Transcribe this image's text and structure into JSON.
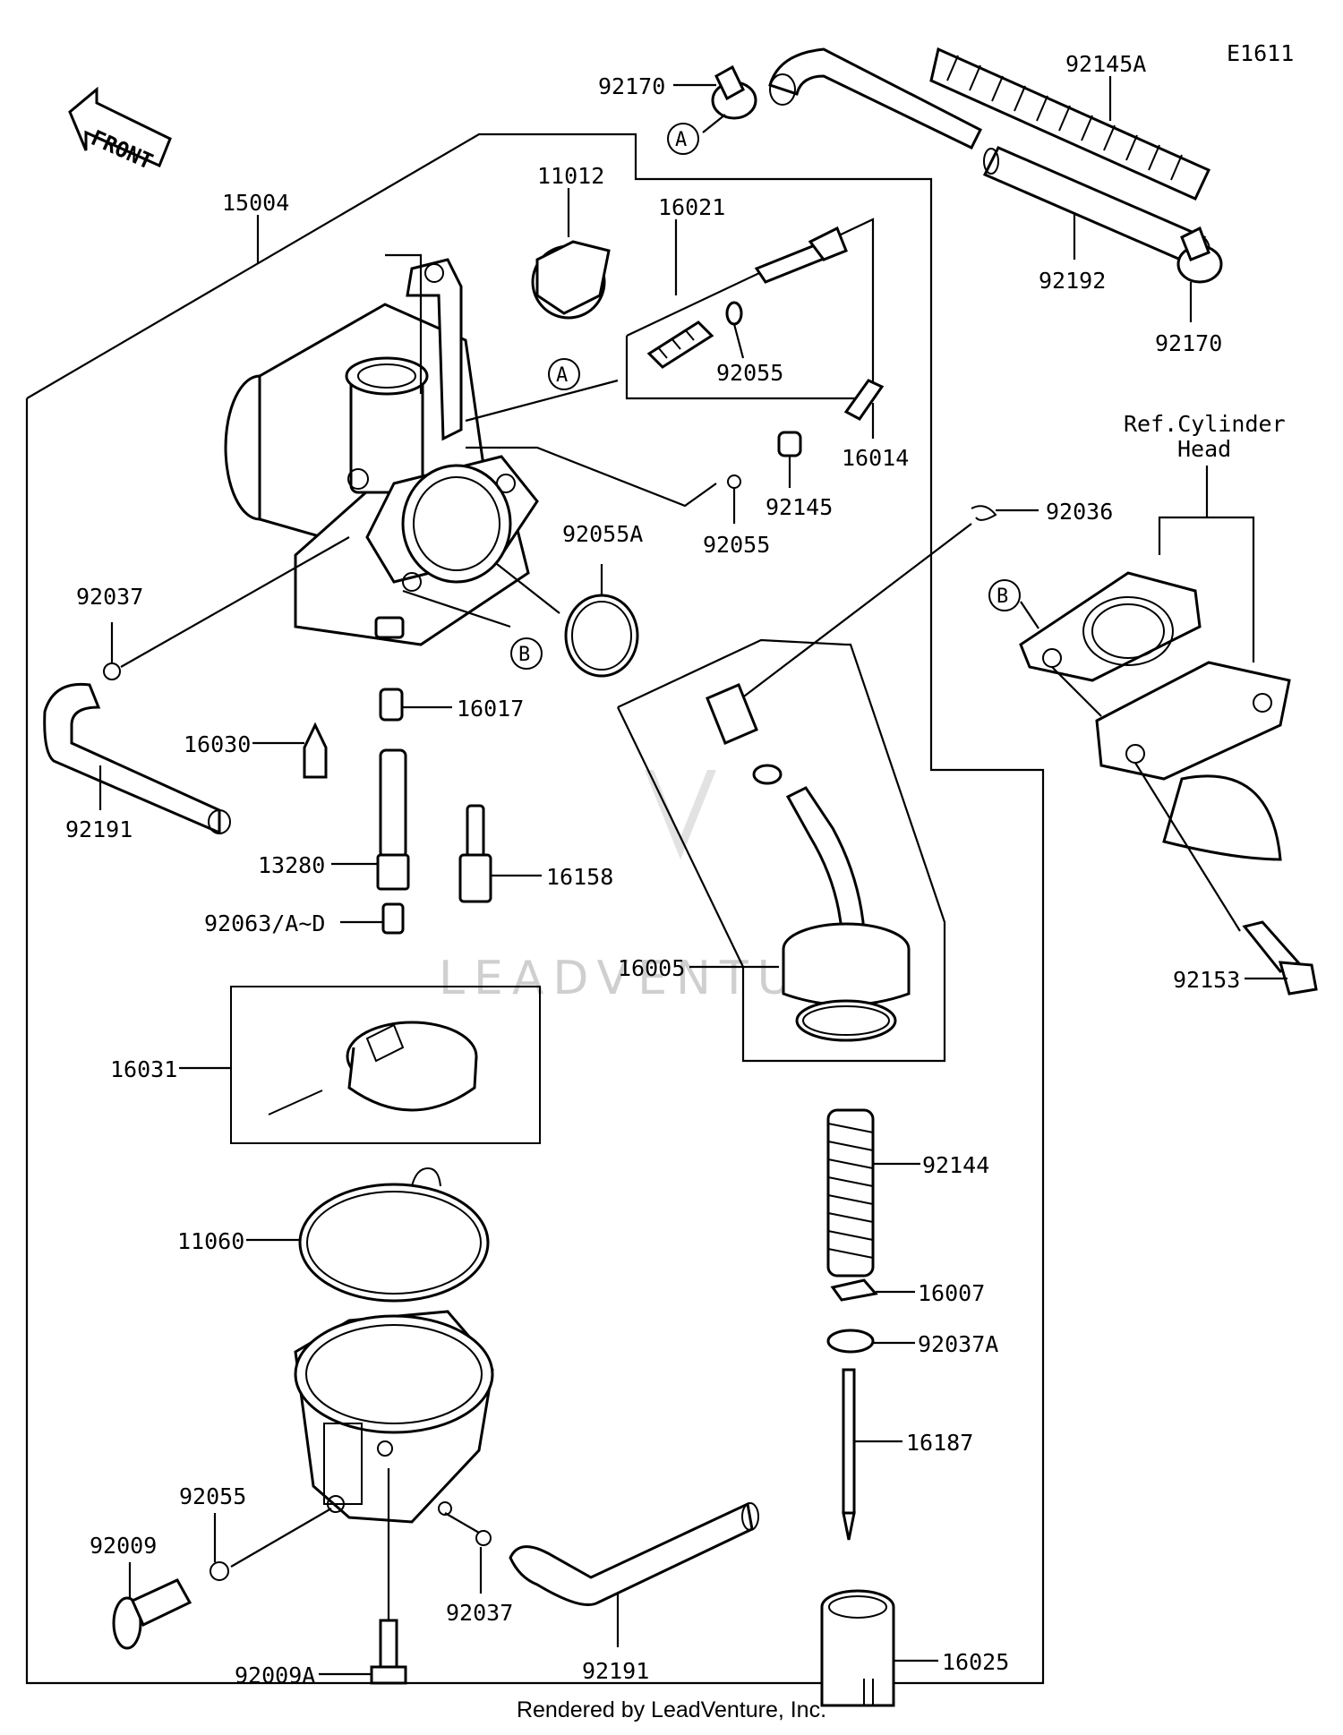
{
  "diagram_code": "E1611",
  "front_label": "FRONT",
  "watermark": "LEADVENTURE",
  "footer": "Rendered by LeadVenture, Inc.",
  "reference_label": [
    "Ref.Cylinder",
    "Head"
  ],
  "callouts": {
    "a": "A",
    "b": "B"
  },
  "parts": {
    "p15004": "15004",
    "p11012": "11012",
    "p16021": "16021",
    "p92055_top": "92055",
    "p92055_mid": "92055",
    "p92055_low": "92055",
    "p16014": "16014",
    "p92145": "92145",
    "p92055A": "92055A",
    "p92037_top": "92037",
    "p92037_low": "92037",
    "p92191_left": "92191",
    "p92191_low": "92191",
    "p16017": "16017",
    "p16030": "16030",
    "p13280": "13280",
    "p16158": "16158",
    "p92063": "92063/A~D",
    "p16031": "16031",
    "p11060": "11060",
    "p92009": "92009",
    "p92009A": "92009A",
    "p92170_top": "92170",
    "p92170_right": "92170",
    "p92145A": "92145A",
    "p92192": "92192",
    "p92036": "92036",
    "p92153": "92153",
    "p16005": "16005",
    "p92144": "92144",
    "p16007": "16007",
    "p92037A": "92037A",
    "p16187": "16187",
    "p16025": "16025"
  }
}
